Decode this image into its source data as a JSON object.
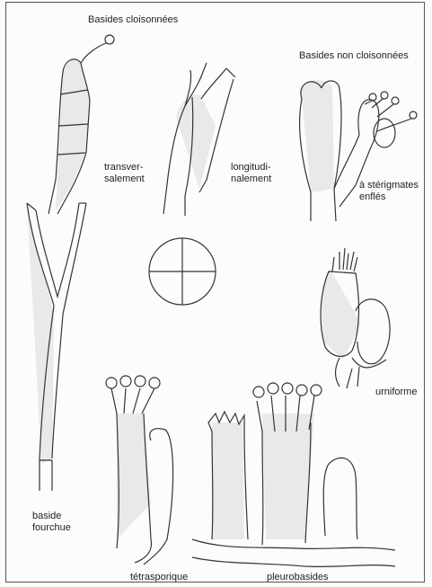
{
  "labels": {
    "basides_cloisonnees": "Basides cloisonnées",
    "basides_non_cloisonnees": "Basides non cloisonnées",
    "transversalement": "transver-\nsalement",
    "longitudinalement": "longitudi-\nnalement",
    "sterigmates_enfles": "à stérigmates\nenflés",
    "urniforme": "urniforme",
    "baside_fourchue": "baside\nfourchue",
    "tetrasporique": "tétrasporique",
    "pleurobasides": "pleurobasides"
  }
}
